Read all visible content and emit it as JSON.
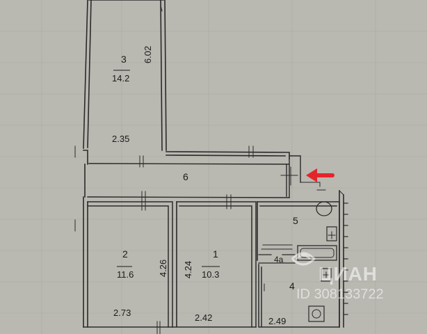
{
  "rooms": [
    {
      "id": "3",
      "area": "14.2",
      "width": "2.35",
      "length": "6.02"
    },
    {
      "id": "6"
    },
    {
      "id": "2",
      "area": "11.6",
      "width": "2.73",
      "length": "4.26"
    },
    {
      "id": "1",
      "area": "10.3",
      "width": "2.42",
      "length": "4.24"
    },
    {
      "id": "5"
    },
    {
      "id": "4a"
    },
    {
      "id": "4",
      "width": "2.49"
    }
  ],
  "watermark": {
    "brand": "ЦИАН",
    "listing_id": "ID 308133722"
  },
  "colors": {
    "paper": "#b9b8b1",
    "line": "#2a2a2a",
    "arrow": "#e3262a"
  }
}
